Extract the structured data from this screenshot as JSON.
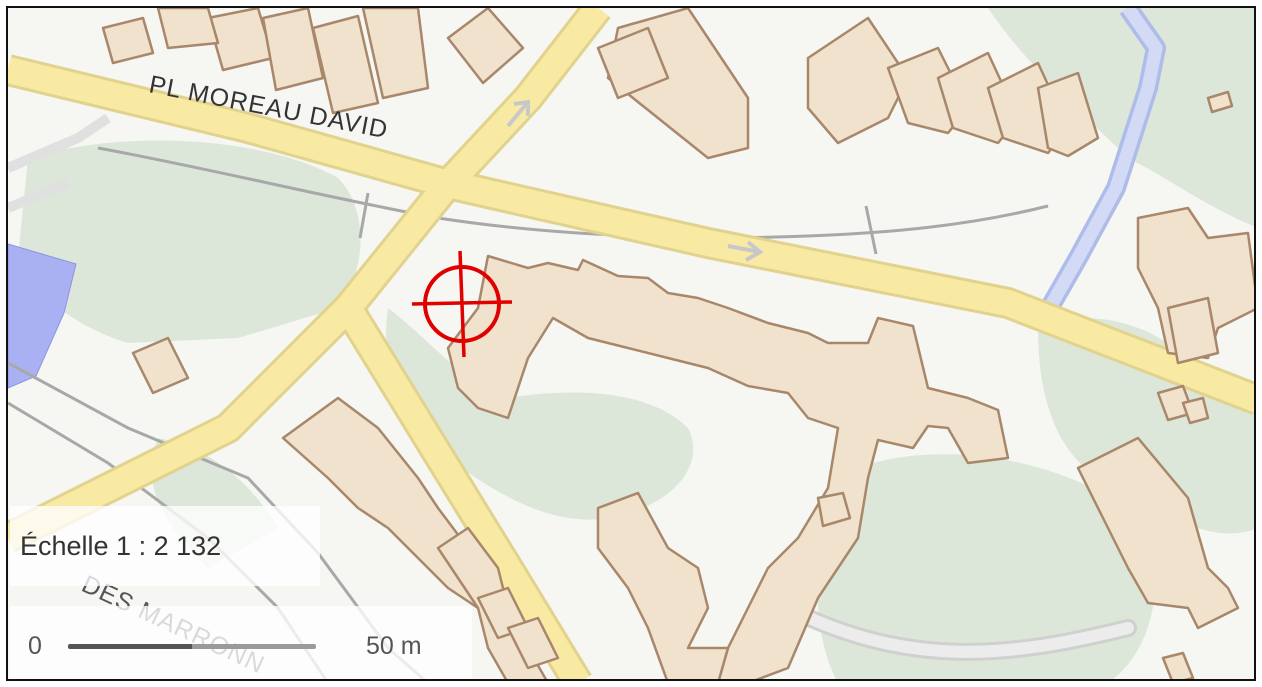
{
  "map": {
    "street_label": "PL MOREAU DAVID",
    "street_label_partial": "DES MARRONN",
    "colors": {
      "background": "#f6f6f3",
      "green": "#dde7d9",
      "building_fill": "#f0e2cc",
      "building_stroke": "#a8876a",
      "major_road": "#f8e9a3",
      "minor_road_casing": "#cfcfcf",
      "water": "#aab1f3",
      "blue_path": "#c9d2f0",
      "crosshair": "#e00000"
    }
  },
  "scale": {
    "label": "Échelle 1 : 2 132"
  },
  "scalebar": {
    "zero": "0",
    "max": "50 m"
  },
  "icons": {
    "crosshair": "crosshair-target-icon"
  }
}
